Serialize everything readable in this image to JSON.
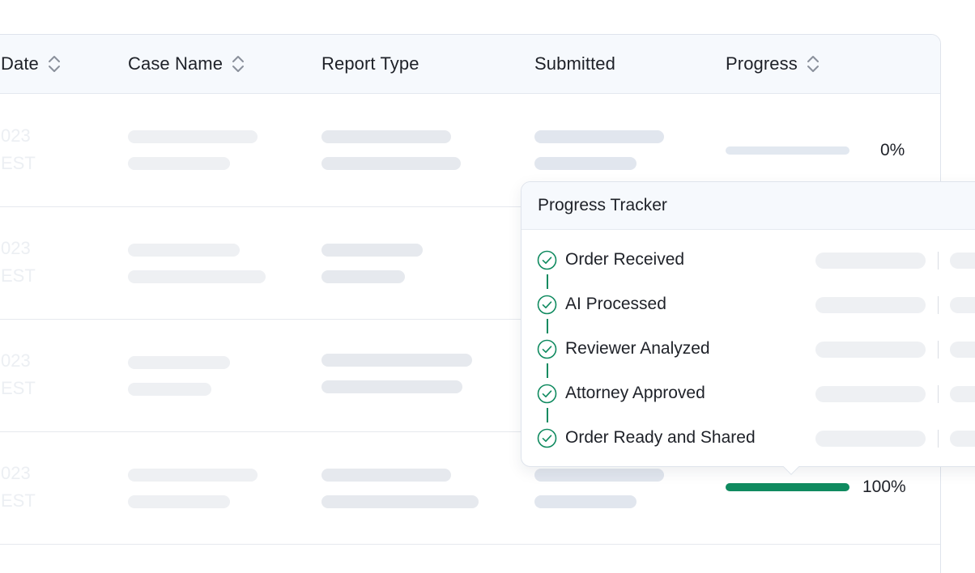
{
  "table": {
    "columns": [
      {
        "label": "Date",
        "sortable": true
      },
      {
        "label": "Case Name",
        "sortable": true
      },
      {
        "label": "Report Type",
        "sortable": false
      },
      {
        "label": "Submitted",
        "sortable": false
      },
      {
        "label": "Progress",
        "sortable": true
      }
    ],
    "rows": [
      {
        "date_line1": "023",
        "date_line2": "EST",
        "progress_pct": 0,
        "progress_label": "0%"
      },
      {
        "date_line1": "023",
        "date_line2": "EST"
      },
      {
        "date_line1": "023",
        "date_line2": "EST"
      },
      {
        "date_line1": "023",
        "date_line2": "EST",
        "progress_pct": 100,
        "progress_label": "100%"
      }
    ]
  },
  "tracker": {
    "title": "Progress Tracker",
    "steps": [
      {
        "label": "Order Received",
        "status": "complete"
      },
      {
        "label": "AI Processed",
        "status": "complete"
      },
      {
        "label": "Reviewer Analyzed",
        "status": "complete"
      },
      {
        "label": "Attorney Approved",
        "status": "complete"
      },
      {
        "label": "Order Ready and Shared",
        "status": "complete"
      }
    ]
  },
  "colors": {
    "accent": "#0f8a5f",
    "header_bg": "#f6f9fd",
    "skeleton": "#e6e9ee"
  },
  "icons": {
    "sort": "chevron-up-down-icon",
    "step": "check-circle-icon"
  }
}
